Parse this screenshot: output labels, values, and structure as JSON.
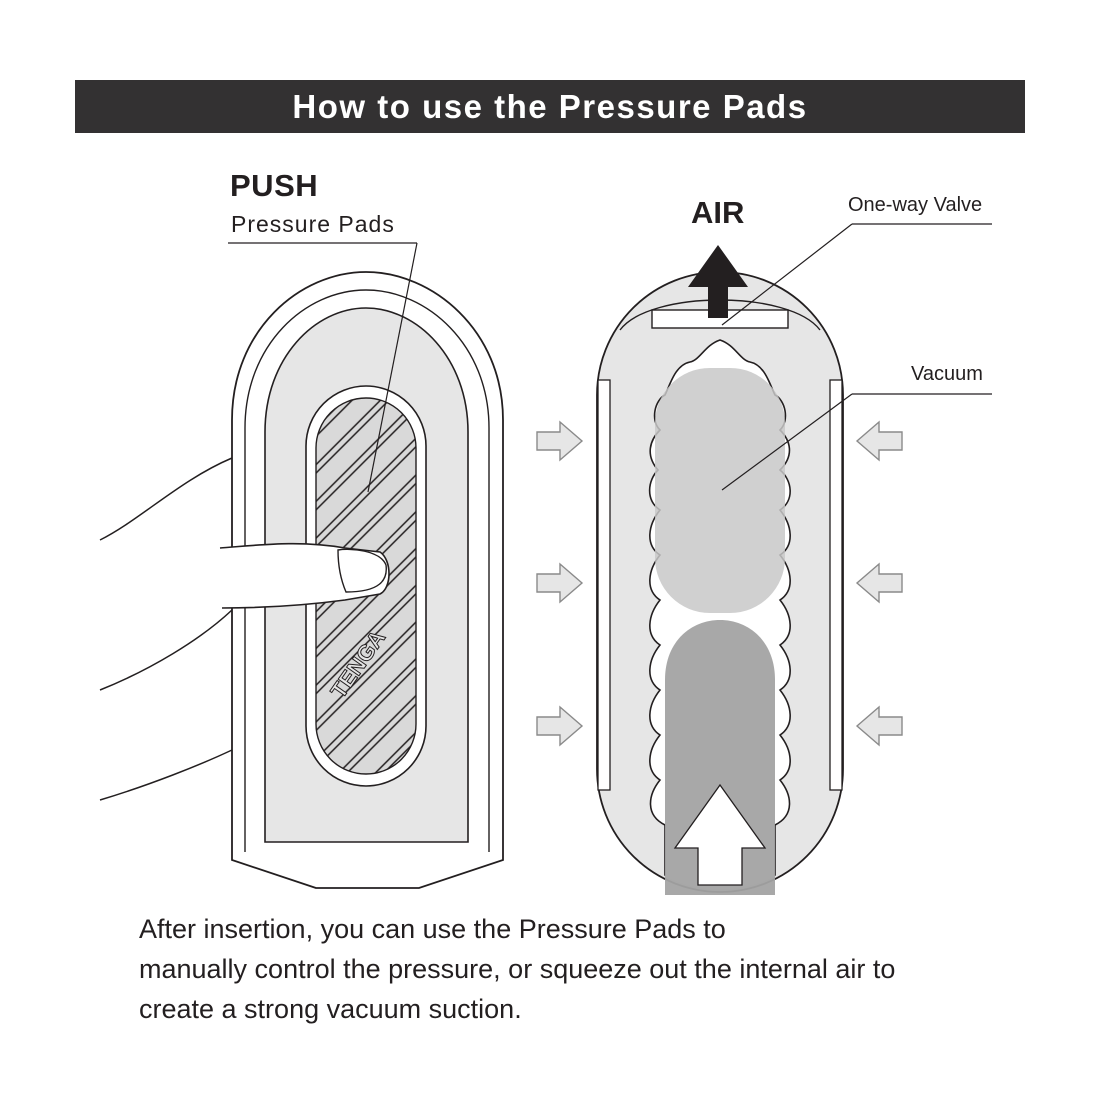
{
  "title": "How to use the Pressure Pads",
  "labels": {
    "push": "PUSH",
    "pressure_pads": "Pressure Pads",
    "air": "AIR",
    "one_way_valve": "One-way Valve",
    "vacuum": "Vacuum"
  },
  "logo_text": "TENGA",
  "caption": [
    "After insertion, you can use the Pressure Pads to",
    "manually control the pressure, or squeeze out the internal air to",
    "create a strong vacuum suction."
  ],
  "colors": {
    "title_bar": "#333132",
    "ink": "#231f20",
    "device_fill": "#e6e6e6",
    "vacuum_fill": "#c8c8c8",
    "dark_fill": "#a3a3a3",
    "arrow_fill": "#e6e6e6"
  }
}
